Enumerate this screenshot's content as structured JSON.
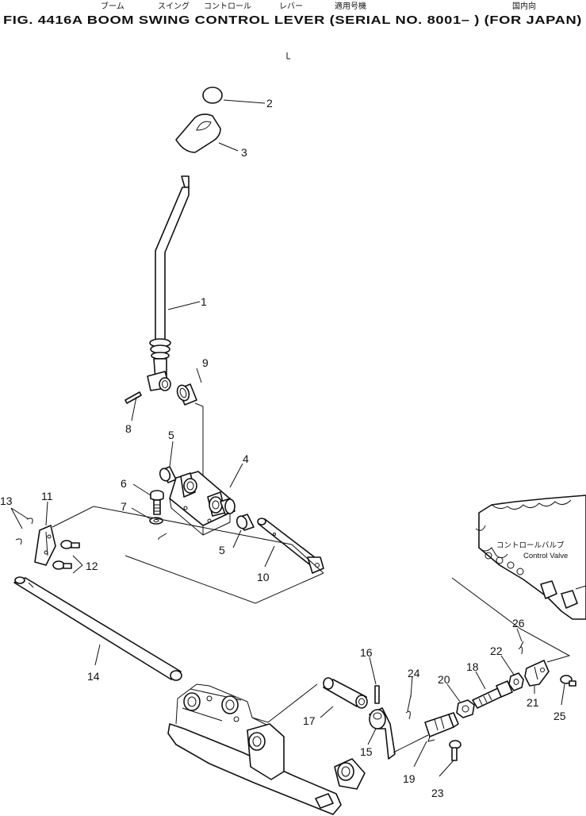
{
  "header": {
    "jp_boom": "ブーム",
    "jp_swing": "スイング",
    "jp_control": "コントロール",
    "jp_lever": "レバー",
    "jp_applicable": "適用号機",
    "jp_domestic": "国内向",
    "title": "FIG. 4416A  BOOM  SWING  CONTROL  LEVER  (SERIAL  NO. 8001– )  (FOR  JAPAN)"
  },
  "control_valve": {
    "jp_label": "コントロールバルブ",
    "label": "Control Valve"
  },
  "callouts": [
    {
      "number": "1"
    },
    {
      "number": "2"
    },
    {
      "number": "3"
    },
    {
      "number": "4"
    },
    {
      "number": "5"
    },
    {
      "number": "5"
    },
    {
      "number": "6"
    },
    {
      "number": "7"
    },
    {
      "number": "8"
    },
    {
      "number": "9"
    },
    {
      "number": "10"
    },
    {
      "number": "11"
    },
    {
      "number": "12"
    },
    {
      "number": "13"
    },
    {
      "number": "14"
    },
    {
      "number": "15"
    },
    {
      "number": "16"
    },
    {
      "number": "17"
    },
    {
      "number": "18"
    },
    {
      "number": "19"
    },
    {
      "number": "20"
    },
    {
      "number": "21"
    },
    {
      "number": "22"
    },
    {
      "number": "23"
    },
    {
      "number": "24"
    },
    {
      "number": "25"
    },
    {
      "number": "26"
    }
  ]
}
